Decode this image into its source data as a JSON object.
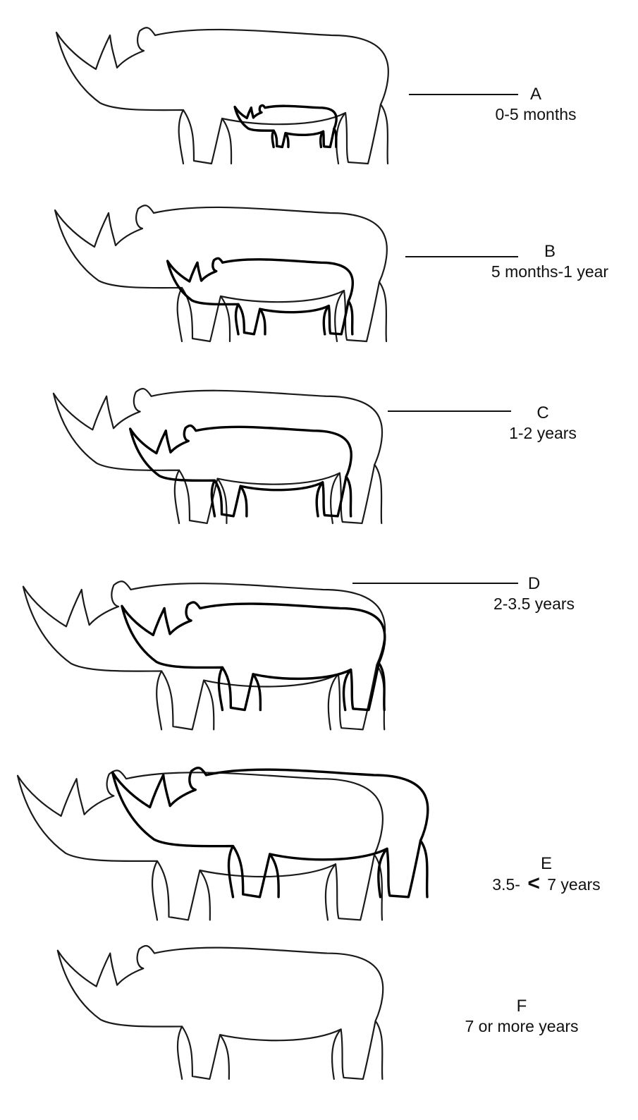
{
  "panels": [
    {
      "id": "a",
      "letter": "A",
      "age": "0-5 months",
      "calf_scale": 0.34
    },
    {
      "id": "b",
      "letter": "B",
      "age": "5 months-1 year",
      "calf_scale": 0.62
    },
    {
      "id": "c",
      "letter": "C",
      "age": "1-2 years",
      "calf_scale": 0.74
    },
    {
      "id": "d",
      "letter": "D",
      "age": "2-3.5 years",
      "calf_scale": 0.88
    },
    {
      "id": "e",
      "letter": "E",
      "age_prefix": "3.5-",
      "age_symbol": "<",
      "age_suffix": "7 years",
      "calf_scale": 1.0
    },
    {
      "id": "f",
      "letter": "F",
      "age": "7 or more years",
      "calf_scale": 0
    }
  ],
  "colors": {
    "ink": "#111111",
    "background": "#ffffff"
  }
}
